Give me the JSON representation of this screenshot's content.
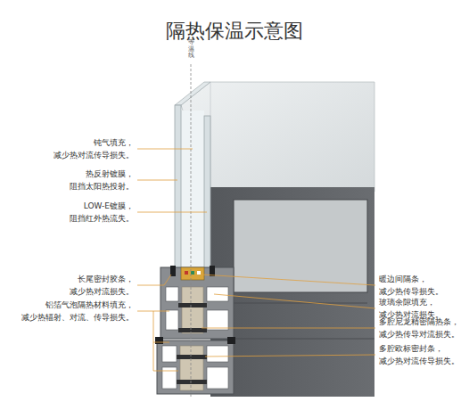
{
  "diagram": {
    "title": "隔热保温示意图",
    "labels": [
      "等温线",
      "钝气填充， 减少热对流传导损失。",
      "热反射镀膜， 阻挡太阳热投射。",
      "LOW-E镀膜， 阻挡红外热流失。",
      "长尾密封胶条， 减少热对流损失。",
      "铝箔气泡隔热材料填充， 减少热辐射、对流、传导损失。",
      "暖边间隔条， 减少热传导损失。",
      "玻璃余隙填充， 减少热对流损失。",
      "多腔尼龙精密隔热条， 减少热传导对流损失。",
      "多腔欧标密封条， 减少热对流传导损失。"
    ]
  }
}
